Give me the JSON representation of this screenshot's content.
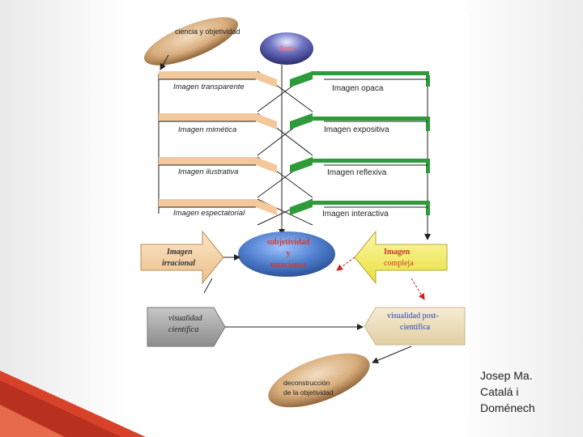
{
  "diagram": {
    "top_oval": "ciencia y objetividad",
    "center_top": "Arte",
    "left_rows": [
      "Imagen transparente",
      "Imagen mimética",
      "Imagen ilustrativa",
      "Imagen espectatorial"
    ],
    "right_rows": [
      "Imagen opaca",
      "Imagen expositiva",
      "Imagen reflexiva",
      "Imagen interactiva"
    ],
    "center_oval": [
      "subjetividad",
      "y",
      "emociones"
    ],
    "left_arrow": [
      "Imagen",
      "irracional"
    ],
    "right_arrow": [
      "Imagen",
      "compleja"
    ],
    "left_box": [
      "visualidad",
      "científica"
    ],
    "right_box": [
      "visualidad post-",
      "científica"
    ],
    "bottom_oval": [
      "deconstrucción",
      "de la objetividad"
    ]
  },
  "author": {
    "line1": "Josep Ma.",
    "line2": "Catalá i",
    "line3": "Doménech"
  },
  "colors": {
    "green_bar": "#2e9b3a",
    "tan_bar": "#f3c89a",
    "center_oval": "#4a78c8",
    "top_circle": "#3a3c8e",
    "left_arrow": "#f2cfa3",
    "right_arrow": "#f4f06a",
    "left_box": "#9c9c9c",
    "right_box": "#efe2c3",
    "oval_tan": "#c69a6a",
    "corner_red": "#d8422a"
  }
}
